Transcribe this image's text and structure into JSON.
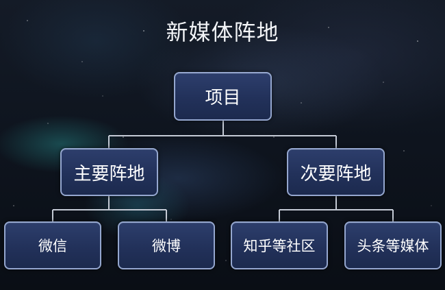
{
  "title": "新媒体阵地",
  "tree": {
    "root": "项目",
    "branches": [
      {
        "label": "主要阵地",
        "children": [
          "微信",
          "微博"
        ]
      },
      {
        "label": "次要阵地",
        "children": [
          "知乎等社区",
          "头条等媒体"
        ]
      }
    ]
  },
  "colors": {
    "node_fill": "#22315a",
    "node_border": "#95a7cf",
    "connector": "#c5cbd6",
    "text": "#ffffff"
  }
}
